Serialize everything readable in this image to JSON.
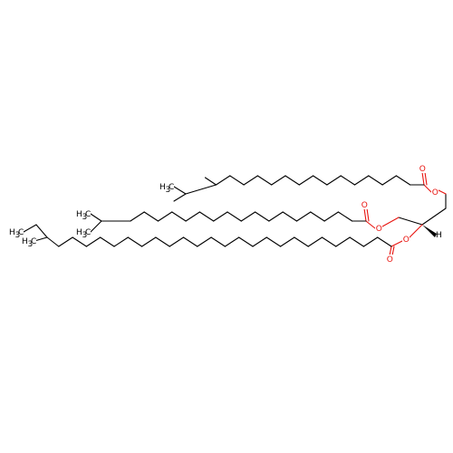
{
  "molecule": {
    "oxygen_label": "O",
    "methyl_label": "CH3",
    "methyl_parts": [
      "H",
      "3",
      "C"
    ],
    "hydrogen_label": "H",
    "colors": {
      "bond": "#000000",
      "oxygen": "#e8140f",
      "background": "#ffffff"
    },
    "chains": [
      {
        "id": "chain-1",
        "terminal": "isopropyl",
        "description": "iso-branched acyl chain (top)"
      },
      {
        "id": "chain-2",
        "terminal": "isopropyl",
        "description": "iso-branched acyl chain (middle)"
      },
      {
        "id": "chain-3",
        "terminal": "sec-butyl",
        "description": "anteiso-branched acyl chain (bottom)"
      }
    ]
  }
}
